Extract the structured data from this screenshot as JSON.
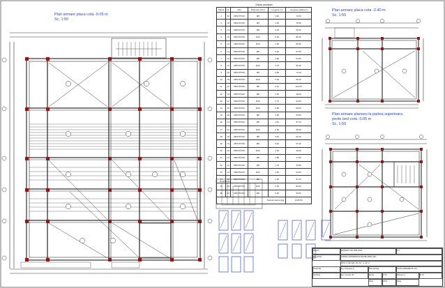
{
  "titles": {
    "plan_left_title": "Plan armare placa cota -0.05 m",
    "plan_left_scale": "Sc. 1:50",
    "plan_right_top_title": "Plan armare placa cota -2.40 m",
    "plan_right_top_scale": "Sc. 1:50",
    "plan_right_mid_title_1": "Plan armare planseu la partea superioara",
    "plan_right_mid_title_2": "peste bed cota -0.05 m",
    "plan_right_mid_scale": "Sc. 1:50"
  },
  "table": {
    "caption": "Extras armatura",
    "columns": [
      "Marca",
      "Nr.",
      "Otel",
      "Diametru [mm]",
      "Lungime [m]",
      "Lungime totala [m]"
    ],
    "rows": [
      [
        "1",
        "20",
        "OB37/PC52",
        "Ø8",
        "3.60",
        "72.00"
      ],
      [
        "2",
        "18",
        "OB37/PC52",
        "Ø8",
        "4.35",
        "78.30"
      ],
      [
        "3",
        "24",
        "OB37/PC52",
        "Ø8",
        "2.10",
        "50.40"
      ],
      [
        "4",
        "16",
        "OB37/PC52",
        "Ø10",
        "5.40",
        "86.40"
      ],
      [
        "5",
        "22",
        "OB37/PC52",
        "Ø10",
        "3.95",
        "86.90"
      ],
      [
        "6",
        "14",
        "OB37/PC52",
        "Ø8",
        "6.25",
        "87.50"
      ],
      [
        "7",
        "30",
        "OB37/PC52",
        "Ø8",
        "1.80",
        "54.00"
      ],
      [
        "8",
        "12",
        "OB37/PC52",
        "Ø12",
        "4.70",
        "56.40"
      ],
      [
        "9",
        "26",
        "OB37/PC52",
        "Ø8",
        "2.85",
        "74.10"
      ],
      [
        "10",
        "18",
        "OB37/PC52",
        "Ø10",
        "3.30",
        "59.40"
      ],
      [
        "11",
        "20",
        "OB37/PC52",
        "Ø8",
        "5.15",
        "103.00"
      ],
      [
        "12",
        "16",
        "OB37/PC52",
        "Ø8",
        "2.40",
        "38.40"
      ],
      [
        "13",
        "24",
        "OB37/PC52",
        "Ø10",
        "3.75",
        "90.00"
      ],
      [
        "14",
        "10",
        "OB37/PC52",
        "Ø12",
        "6.80",
        "68.00"
      ],
      [
        "15",
        "28",
        "OB37/PC52",
        "Ø8",
        "1.95",
        "54.60"
      ],
      [
        "16",
        "14",
        "OB37/PC52",
        "Ø8",
        "4.10",
        "57.40"
      ],
      [
        "17",
        "22",
        "OB37/PC52",
        "Ø10",
        "2.65",
        "58.30"
      ],
      [
        "18",
        "18",
        "OB37/PC52",
        "Ø8",
        "3.45",
        "62.10"
      ],
      [
        "19",
        "12",
        "OB37/PC52",
        "Ø8",
        "5.60",
        "67.20"
      ],
      [
        "20",
        "20",
        "OB37/PC52",
        "Ø10",
        "2.30",
        "46.00"
      ],
      [
        "21",
        "16",
        "OB37/PC52",
        "Ø8",
        "4.85",
        "77.60"
      ],
      [
        "22",
        "24",
        "OB37/PC52",
        "Ø8",
        "1.70",
        "40.80"
      ],
      [
        "23",
        "14",
        "OB37/PC52",
        "Ø12",
        "3.90",
        "54.60"
      ],
      [
        "24",
        "18",
        "OB37/PC52",
        "Ø8",
        "2.95",
        "53.10"
      ],
      [
        "25",
        "26",
        "OB37/PC52",
        "Ø10",
        "3.20",
        "83.20"
      ],
      [
        "26",
        "10",
        "OB37/PC52",
        "Ø8",
        "5.05",
        "50.50"
      ]
    ],
    "footer": "Total armatura [kg]",
    "footer_value": "1245.80"
  },
  "details_caption": "Detalii bare",
  "title_block": {
    "project_label": "Proiect",
    "project_name": "PROIECT DE DIPLOMA",
    "beneficiary_label": "Beneficiar",
    "beneficiary": "TERRA ANTREPRIZA IMOBILIARE SRL",
    "address": "STR. 1 MAI NR. 28, SC. A, AP. 3",
    "drawing_label": "Titlu plansa",
    "drawing_title": "PLAN ARMARE PLACI",
    "scale_label": "Scara",
    "scale": "1:50",
    "date_label": "Data",
    "date": "2013",
    "sheet_label": "Plansa nr.",
    "sheet": "R 01",
    "designer_label": "Proiectat",
    "designer": "ing. Popescu A.",
    "checker_label": "Verificat",
    "checker": "ing. Ionescu M.",
    "phase_label": "Faza",
    "phase": "P.T."
  },
  "colors": {
    "line": "#333333",
    "column": "#8b1a1a",
    "title": "#2a3fd0",
    "detail": "#1a2cc9"
  }
}
